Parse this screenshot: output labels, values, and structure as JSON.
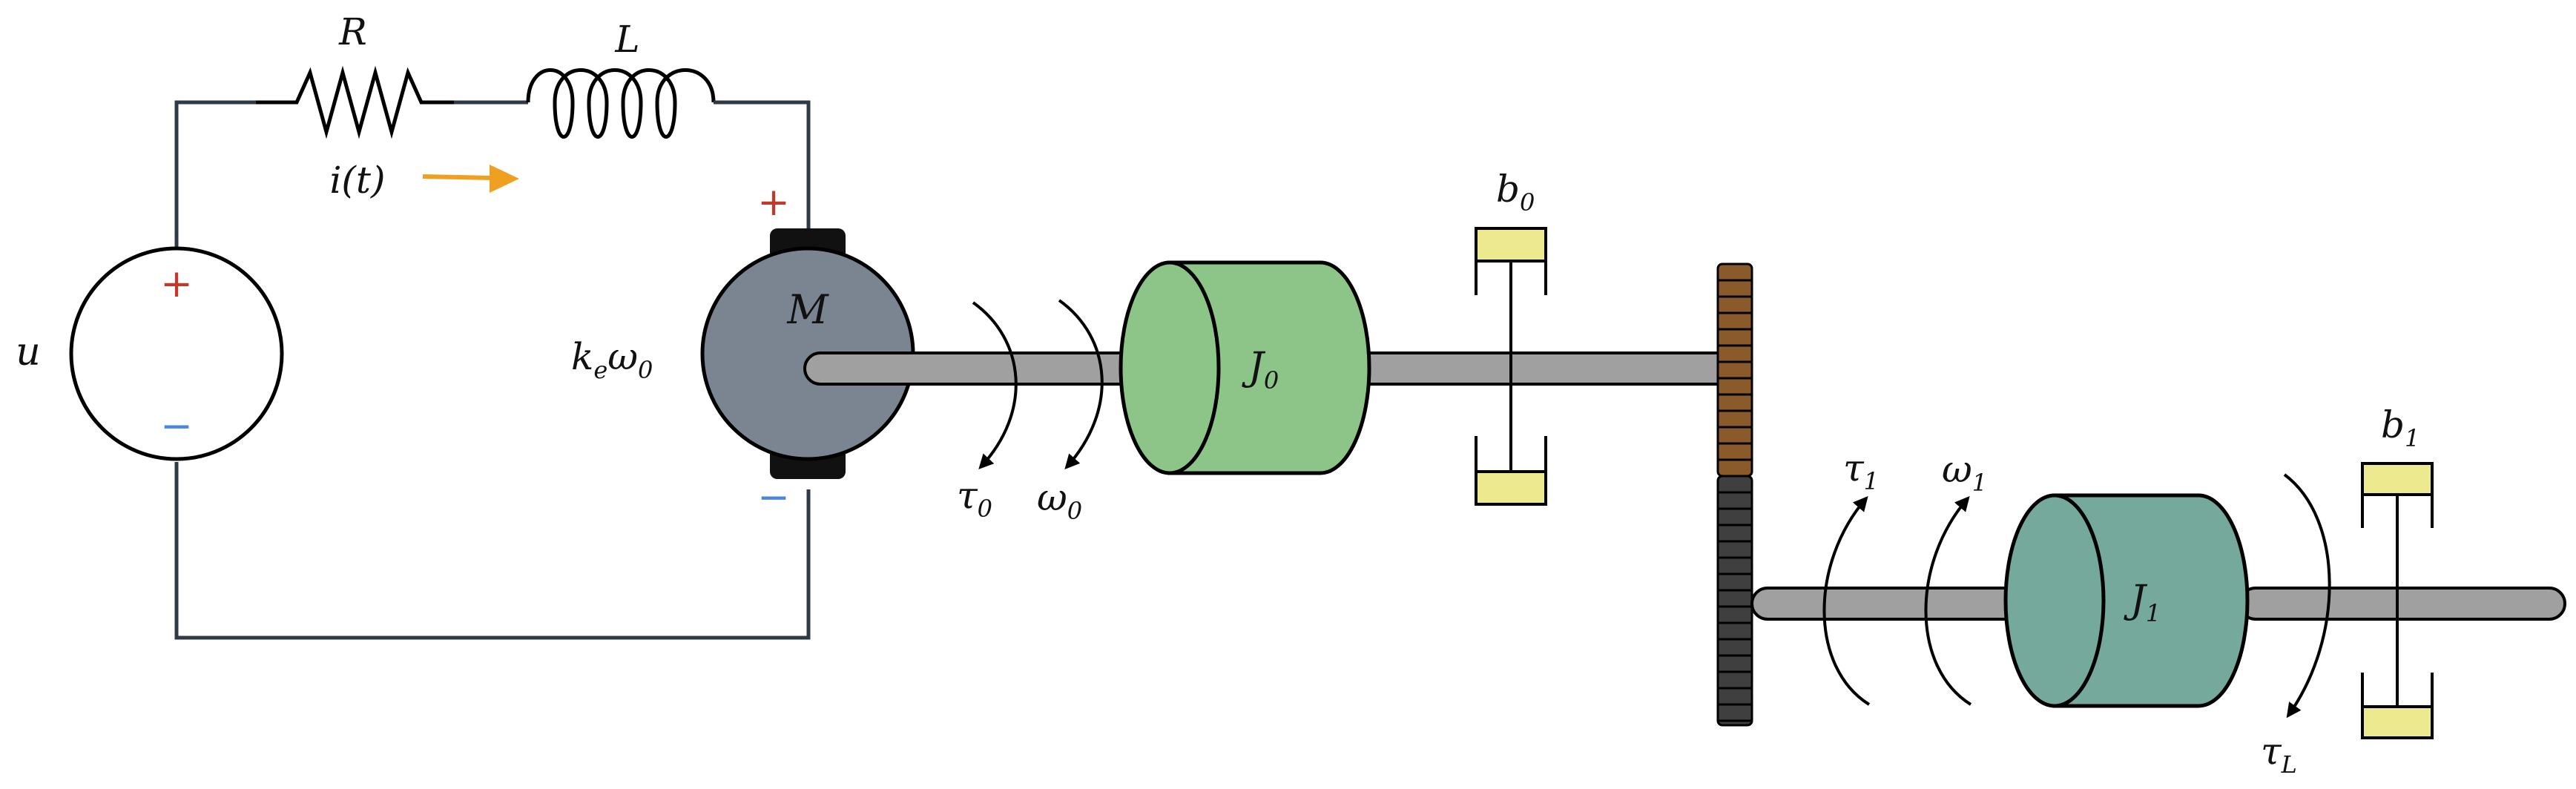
{
  "colors": {
    "wire": "#2f3a46",
    "plus": "#c0392b",
    "minus": "#4a86d9",
    "current_arrow": "#f0a020",
    "motor_body": "#7b8592",
    "motor_brush": "#111111",
    "shaft": "#a0a0a0",
    "inertia_j0": "#8dc488",
    "inertia_j1": "#74a99b",
    "damper_pad": "#ece98e",
    "gear_top": "#8b5a2b",
    "gear_bottom": "#3f3f3f"
  },
  "circuit": {
    "resistor": "R",
    "inductor": "L",
    "current": "i(t)",
    "source": "u",
    "source_plus": "+",
    "source_minus": "−",
    "motor_plus": "+",
    "motor_minus": "−",
    "back_emf": {
      "main": "k",
      "sub": "e",
      "rest": "ω",
      "rest_sub": "0"
    }
  },
  "motor": {
    "label": "M"
  },
  "stage0": {
    "torque": {
      "main": "τ",
      "sub": "0"
    },
    "speed": {
      "main": "ω",
      "sub": "0"
    },
    "inertia": {
      "main": "J",
      "sub": "0"
    },
    "damper": {
      "main": "b",
      "sub": "0"
    }
  },
  "stage1": {
    "torque": {
      "main": "τ",
      "sub": "1"
    },
    "speed": {
      "main": "ω",
      "sub": "1"
    },
    "inertia": {
      "main": "J",
      "sub": "1"
    },
    "damper": {
      "main": "b",
      "sub": "1"
    },
    "load_torque": {
      "main": "τ",
      "sub": "L"
    }
  }
}
